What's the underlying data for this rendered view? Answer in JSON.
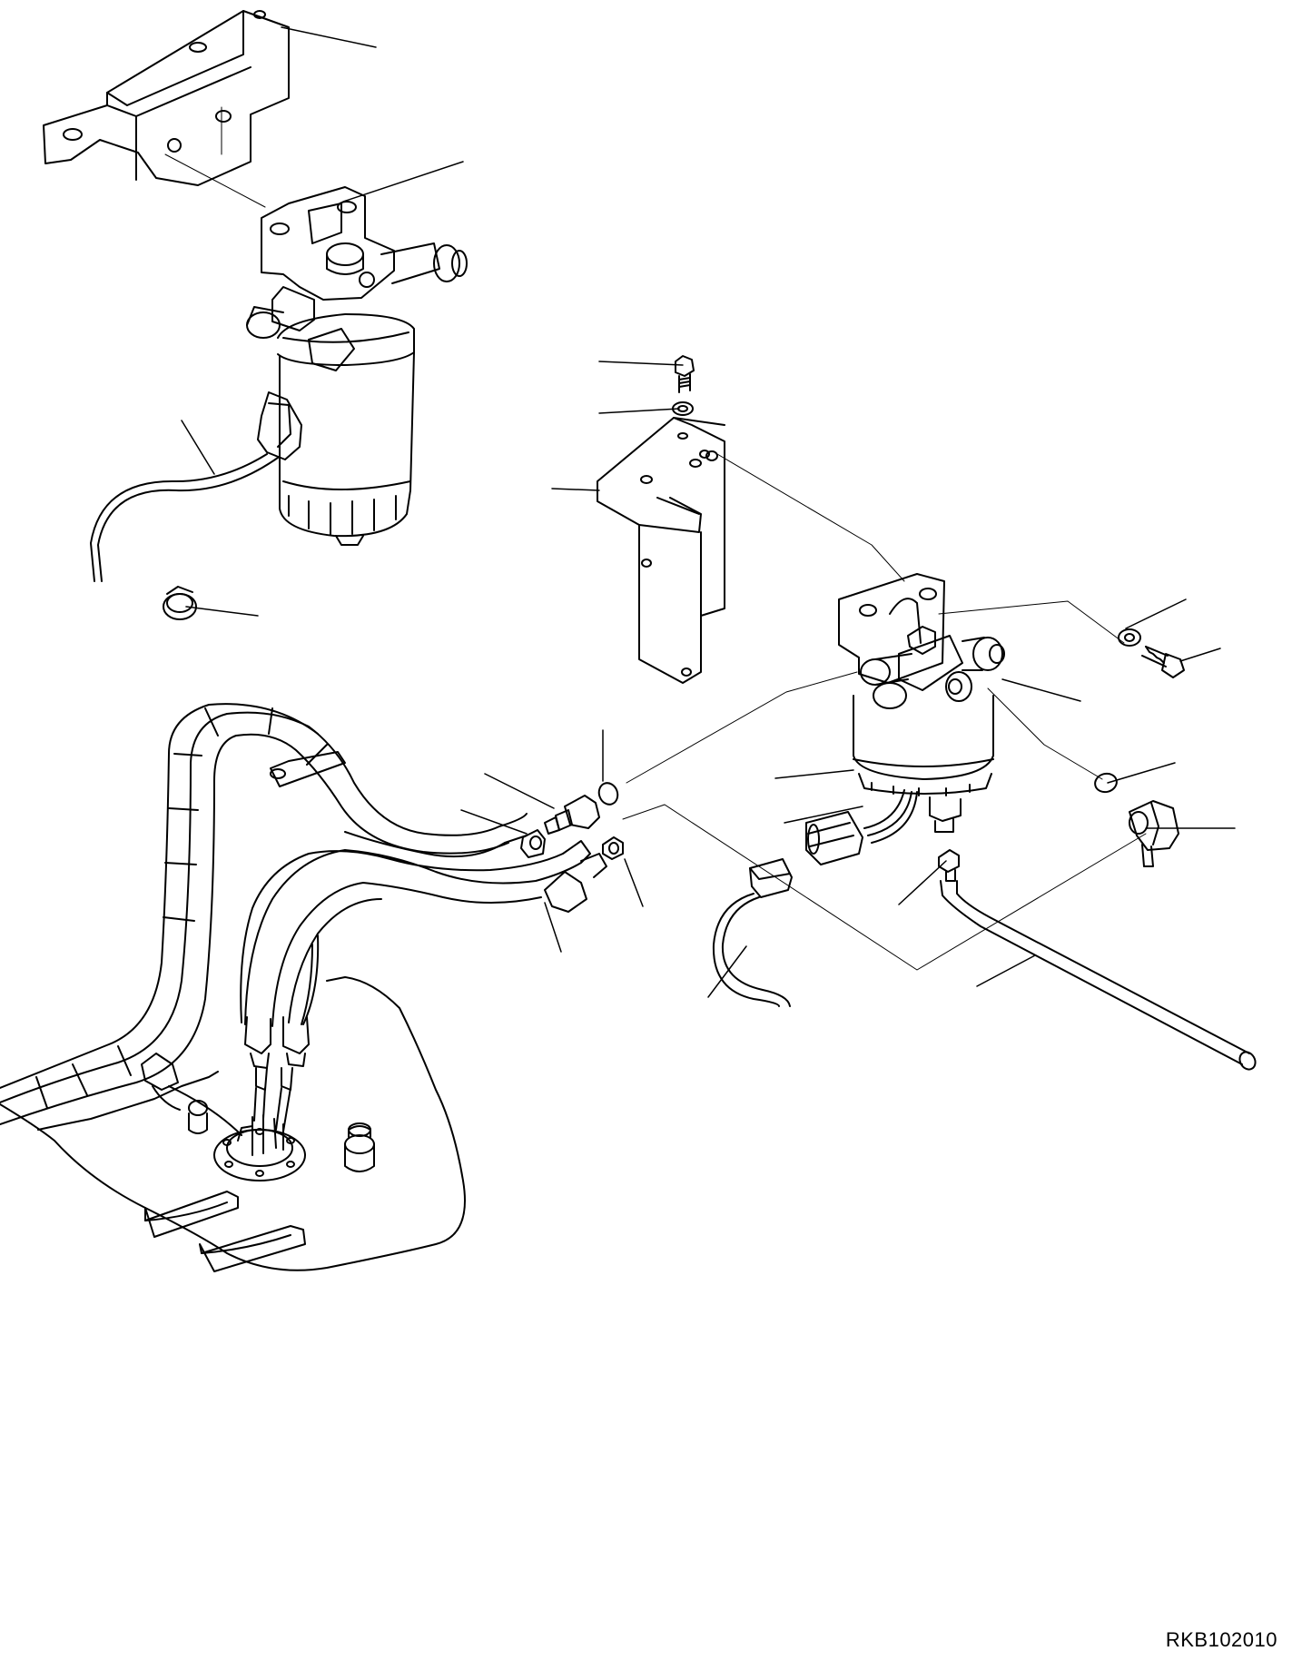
{
  "drawing": {
    "code": "RKB102010",
    "line_color": "#000000",
    "background": "#ffffff"
  },
  "parts": [
    {
      "name": "upper-bracket-plate"
    },
    {
      "name": "fuel-filter-head-upper"
    },
    {
      "name": "fuel-filter-bowl-upper"
    },
    {
      "name": "sensor-wire-upper"
    },
    {
      "name": "hose-clamp"
    },
    {
      "name": "mount-bolt"
    },
    {
      "name": "lock-washer"
    },
    {
      "name": "angle-bracket"
    },
    {
      "name": "fuel-filter-lower"
    },
    {
      "name": "washer-right"
    },
    {
      "name": "bolt-right"
    },
    {
      "name": "o-ring-left"
    },
    {
      "name": "o-ring-right"
    },
    {
      "name": "fitting-left"
    },
    {
      "name": "elbow-fitting-right"
    },
    {
      "name": "small-clamp-left"
    },
    {
      "name": "small-clamp-right"
    },
    {
      "name": "fuel-hoses"
    },
    {
      "name": "drain-tube"
    },
    {
      "name": "drain-plug"
    },
    {
      "name": "connector-wire"
    },
    {
      "name": "fuel-tank"
    }
  ]
}
